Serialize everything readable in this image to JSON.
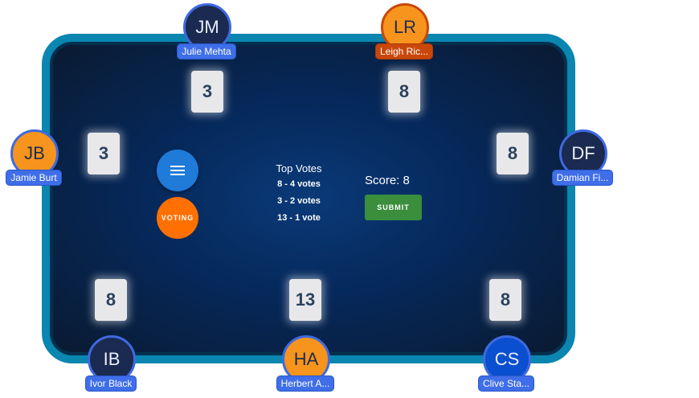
{
  "players": [
    {
      "initials": "JM",
      "name": "Julie Mehta",
      "card": "3"
    },
    {
      "initials": "LR",
      "name": "Leigh Ric...",
      "card": "8"
    },
    {
      "initials": "JB",
      "name": "Jamie Burt",
      "card": "3"
    },
    {
      "initials": "DF",
      "name": "Damian Fi...",
      "card": "8"
    },
    {
      "initials": "IB",
      "name": "Ivor Black",
      "card": "8"
    },
    {
      "initials": "HA",
      "name": "Herbert A...",
      "card": "13"
    },
    {
      "initials": "CS",
      "name": "Clive Sta...",
      "card": "8"
    }
  ],
  "controls": {
    "menu_icon": "hamburger-icon",
    "voting_label": "VOTING"
  },
  "top_votes": {
    "title": "Top Votes",
    "items": [
      "8 - 4 votes",
      "3 - 2 votes",
      "13 - 1 vote"
    ]
  },
  "score": {
    "label": "Score: 8"
  },
  "submit_label": "SUBMIT",
  "colors": {
    "table_border": "#0a86b0",
    "accent_blue": "#3f6ee8",
    "orange": "#f7941d",
    "submit": "#3a8e3c"
  }
}
